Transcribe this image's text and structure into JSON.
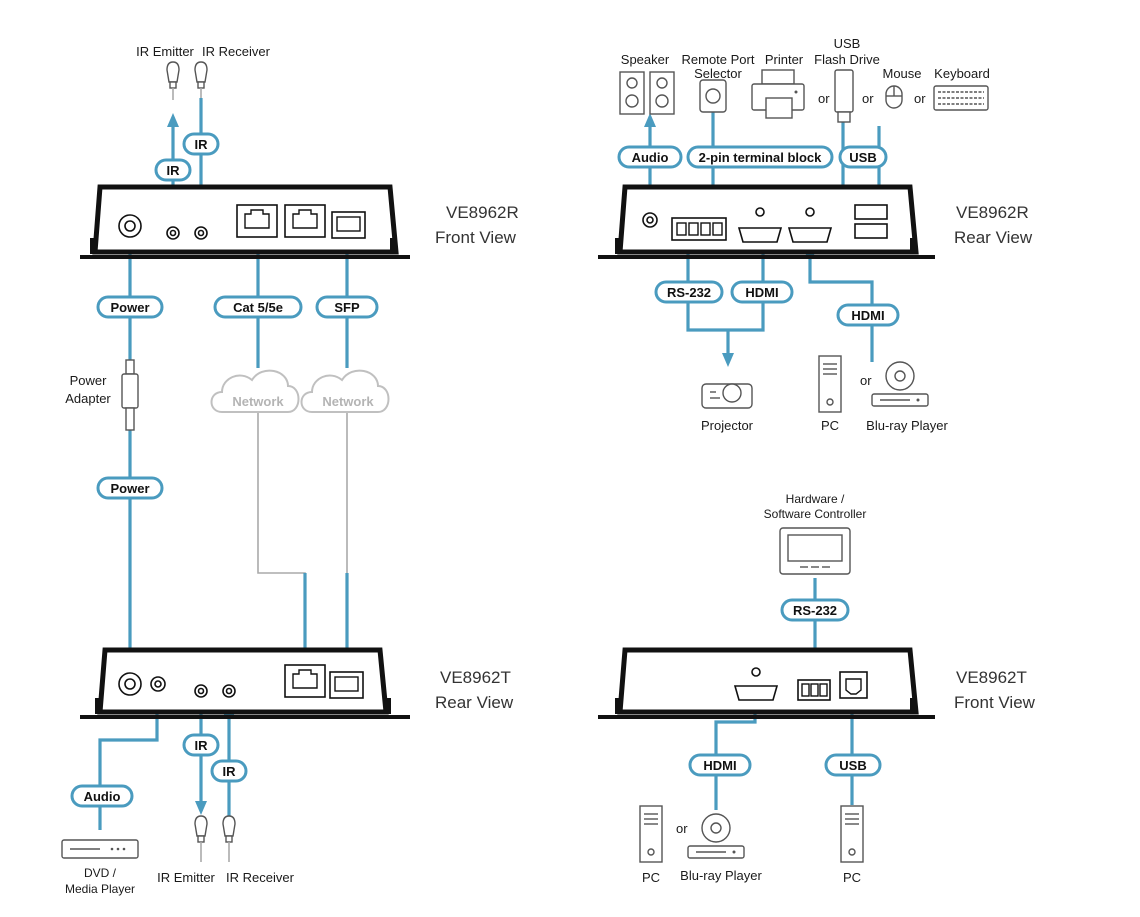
{
  "accent_color": "#4a9bbf",
  "device_color": "#111111",
  "network_color": "#b4b4b4",
  "views": {
    "receiver_front": {
      "model": "VE8962R",
      "view": "Front View"
    },
    "receiver_rear": {
      "model": "VE8962R",
      "view": "Rear View"
    },
    "transmitter_rear": {
      "model": "VE8962T",
      "view": "Rear View"
    },
    "transmitter_front": {
      "model": "VE8962T",
      "view": "Front View"
    }
  },
  "cables": {
    "ir": "IR",
    "power": "Power",
    "cat5": "Cat 5/5e",
    "sfp": "SFP",
    "audio": "Audio",
    "terminal": "2-pin terminal block",
    "usb": "USB",
    "rs232": "RS-232",
    "hdmi": "HDMI"
  },
  "network_label": "Network",
  "or_text": "or",
  "devices": {
    "ir_emitter": "IR Emitter",
    "ir_receiver": "IR Receiver",
    "power_adapter": [
      "Power",
      "Adapter"
    ],
    "dvd_player": [
      "DVD /",
      "Media Player"
    ],
    "speaker": "Speaker",
    "remote_port_selector": [
      "Remote Port",
      "Selector"
    ],
    "printer": "Printer",
    "usb_flash_drive": [
      "USB",
      "Flash Drive"
    ],
    "mouse": "Mouse",
    "keyboard": "Keyboard",
    "projector": "Projector",
    "pc": "PC",
    "bluray_player": "Blu-ray Player",
    "hw_sw_controller": [
      "Hardware /",
      "Software Controller"
    ]
  },
  "icons": [
    "ir-emitter-icon",
    "ir-receiver-icon",
    "speaker-icon",
    "remote-port-selector-icon",
    "printer-icon",
    "usb-flash-drive-icon",
    "mouse-icon",
    "keyboard-icon",
    "projector-icon",
    "pc-icon",
    "bluray-player-icon",
    "dvd-player-icon",
    "power-adapter-icon",
    "controller-icon",
    "network-cloud-icon"
  ]
}
